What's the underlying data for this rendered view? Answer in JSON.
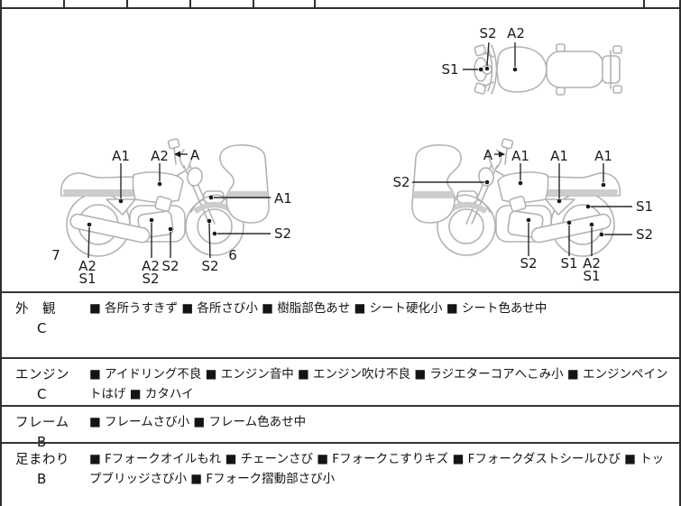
{
  "bullet_char": "■",
  "diagram": {
    "top_view": {
      "s2_instruments": "S2",
      "a2_tank": "A2",
      "s1_front_wheel": "S1"
    },
    "left_view": {
      "a1_seat": "A1",
      "a2_tank": "A2",
      "a_mirror": "A",
      "a1_cowl": "A1",
      "s2_front_side": "S2",
      "num_rear_tire": "7",
      "a2_muffler": "A2",
      "s1_muffler": "S1",
      "a2_engine": "A2",
      "s2_engine": "S2",
      "s2_under_frame": "S2",
      "s2_front_wheel": "S2",
      "num_front_tire": "6"
    },
    "right_view": {
      "a_mirror": "A",
      "a1_tank": "A1",
      "a1_frame": "A1",
      "a1_tail": "A1",
      "s2_headlight": "S2",
      "s1_shock": "S1",
      "s2_rear_wheel": "S2",
      "s2_engine": "S2",
      "s1_lower_frame": "S1",
      "a2_muffler": "A2",
      "s1_muffler": "S1"
    }
  },
  "inspection_rows": [
    {
      "category": "外　観",
      "grade": "C",
      "items": [
        "各所うすきず",
        "各所さび小",
        "樹脂部色あせ",
        "シート硬化小",
        "シート色あせ中"
      ]
    },
    {
      "category": "エンジン",
      "grade": "C",
      "items": [
        "アイドリング不良",
        "エンジン音中",
        "エンジン吹け不良",
        "ラジエターコアへこみ小",
        "エンジンペイントはげ",
        "カタハイ"
      ]
    },
    {
      "category": "フレーム",
      "grade": "B",
      "items": [
        "フレームさび小",
        "フレーム色あせ中"
      ]
    },
    {
      "category": "足まわり",
      "grade": "B",
      "items": [
        "Fフォークオイルもれ",
        "チェーンさび",
        "Fフォークこすりキズ",
        "Fフォークダストシールひび",
        "トップブリッジさび小",
        "Fフォーク摺動部さび小"
      ]
    }
  ],
  "colors": {
    "line_art": "#b3b3b3",
    "band": "#cdcdcd",
    "ink": "#1b1b1b",
    "border": "#2f2f2f"
  }
}
